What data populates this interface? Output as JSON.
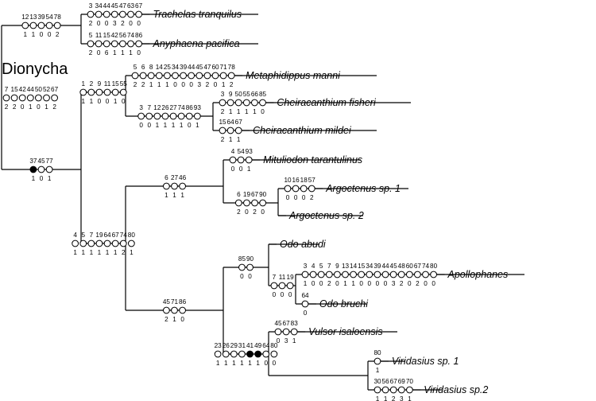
{
  "root_label": "Dionycha",
  "colors": {
    "line": "#000000",
    "homoplastic": "#ffffff",
    "unique": "#000000"
  },
  "tree": {
    "characters": [
      7,
      15,
      42,
      44,
      50,
      52,
      67
    ],
    "states": [
      "2",
      "2",
      "0",
      "1",
      "0",
      "1",
      "2"
    ],
    "children": [
      {
        "characters": [
          12,
          13,
          39,
          54,
          78
        ],
        "states": [
          "1",
          "1",
          "0",
          "0",
          "2"
        ],
        "children": [
          {
            "taxon": "Trachelas tranquilus",
            "characters": [
              3,
              34,
              44,
              45,
              47,
              63,
              67
            ],
            "states": [
              "2",
              "0",
              "0",
              "3",
              "2",
              "0",
              "0"
            ]
          },
          {
            "taxon": "Anyphaena pacifica",
            "characters": [
              5,
              11,
              15,
              42,
              56,
              74,
              86
            ],
            "states": [
              "2",
              "0",
              "6",
              "1",
              "1",
              "1",
              "0"
            ]
          }
        ]
      },
      {
        "characters": [
          37,
          45,
          77
        ],
        "states": [
          "1",
          "0",
          "1"
        ],
        "unique": [
          true,
          false,
          false
        ],
        "children": [
          {
            "characters": [
              1,
              2,
              9,
              11,
              15,
              55
            ],
            "states": [
              "1",
              "1",
              "0",
              "0",
              "1",
              "0"
            ],
            "children": [
              {
                "taxon": "Metaphidippus manni",
                "characters": [
                  5,
                  6,
                  8,
                  14,
                  25,
                  34,
                  39,
                  44,
                  45,
                  47,
                  60,
                  71,
                  78
                ],
                "states": [
                  "2",
                  "2",
                  "1",
                  "1",
                  "1",
                  "0",
                  "0",
                  "0",
                  "3",
                  "2",
                  "0",
                  "1",
                  "2"
                ]
              },
              {
                "characters": [
                  3,
                  7,
                  12,
                  26,
                  27,
                  74,
                  86,
                  93
                ],
                "states": [
                  "0",
                  "0",
                  "1",
                  "1",
                  "1",
                  "1",
                  "0",
                  "1"
                ],
                "children": [
                  {
                    "taxon": "Cheiracanthium fisheri",
                    "characters": [
                      3,
                      9,
                      50,
                      55,
                      66,
                      85
                    ],
                    "states": [
                      "2",
                      "1",
                      "1",
                      "1",
                      "1",
                      "0"
                    ]
                  },
                  {
                    "taxon": "Cheiracanthium mildei",
                    "characters": [
                      15,
                      64,
                      67
                    ],
                    "states": [
                      "2",
                      "1",
                      "1"
                    ]
                  }
                ]
              }
            ]
          },
          {
            "characters": [
              4,
              5,
              7,
              19,
              64,
              67,
              74,
              80
            ],
            "states": [
              "1",
              "1",
              "1",
              "1",
              "1",
              "1",
              "2",
              "1"
            ],
            "children": [
              {
                "characters": [
                  6,
                  27,
                  46
                ],
                "states": [
                  "1",
                  "1",
                  "1"
                ],
                "children": [
                  {
                    "taxon": "Mituliodon tarantulinus",
                    "characters": [
                      4,
                      54,
                      93
                    ],
                    "states": [
                      "0",
                      "0",
                      "1"
                    ]
                  },
                  {
                    "characters": [
                      6,
                      19,
                      67,
                      90
                    ],
                    "states": [
                      "2",
                      "0",
                      "2",
                      "0"
                    ],
                    "children": [
                      {
                        "taxon": "Argoctenus sp. 1",
                        "characters": [
                          10,
                          16,
                          18,
                          57
                        ],
                        "states": [
                          "0",
                          "0",
                          "0",
                          "2"
                        ]
                      },
                      {
                        "taxon": "Argoctenus sp. 2",
                        "characters": [],
                        "states": []
                      }
                    ]
                  }
                ]
              },
              {
                "characters": [
                  45,
                  71,
                  86
                ],
                "states": [
                  "2",
                  "1",
                  "0"
                ],
                "children": [
                  {
                    "characters": [
                      85,
                      90
                    ],
                    "states": [
                      "0",
                      "0"
                    ],
                    "children": [
                      {
                        "taxon": "Odo abudi",
                        "characters": [],
                        "states": []
                      },
                      {
                        "characters": [
                          7,
                          11,
                          19
                        ],
                        "states": [
                          "0",
                          "0",
                          "0"
                        ],
                        "children": [
                          {
                            "taxon": "Apollophanes",
                            "characters": [
                              3,
                              4,
                              5,
                              7,
                              9,
                              13,
                              14,
                              15,
                              34,
                              39,
                              44,
                              45,
                              48,
                              60,
                              67,
                              74,
                              80
                            ],
                            "states": [
                              "1",
                              "0",
                              "0",
                              "2",
                              "0",
                              "1",
                              "1",
                              "0",
                              "0",
                              "0",
                              "0",
                              "3",
                              "2",
                              "0",
                              "2",
                              "0",
                              "0"
                            ]
                          },
                          {
                            "taxon": "Odo bruchi",
                            "characters": [
                              64
                            ],
                            "states": [
                              "0"
                            ]
                          }
                        ]
                      }
                    ]
                  },
                  {
                    "characters": [
                      23,
                      26,
                      29,
                      31,
                      41,
                      49,
                      64,
                      80
                    ],
                    "states": [
                      "1",
                      "1",
                      "1",
                      "1",
                      "1",
                      "1",
                      "0",
                      "0"
                    ],
                    "unique": [
                      false,
                      false,
                      false,
                      false,
                      true,
                      true,
                      false,
                      false
                    ],
                    "children": [
                      {
                        "taxon": "Vulsor isaloensis",
                        "characters": [
                          45,
                          67,
                          83
                        ],
                        "states": [
                          "0",
                          "3",
                          "1"
                        ]
                      },
                      {
                        "characters": [],
                        "states": [],
                        "children": [
                          {
                            "taxon": "Viridasius sp. 1",
                            "characters": [
                              80
                            ],
                            "states": [
                              "1"
                            ]
                          },
                          {
                            "taxon": "Viridasius sp.2",
                            "characters": [
                              30,
                              56,
                              67,
                              69,
                              70
                            ],
                            "states": [
                              "1",
                              "1",
                              "2",
                              "3",
                              "1"
                            ]
                          }
                        ]
                      }
                    ]
                  }
                ]
              }
            ]
          }
        ]
      }
    ]
  }
}
